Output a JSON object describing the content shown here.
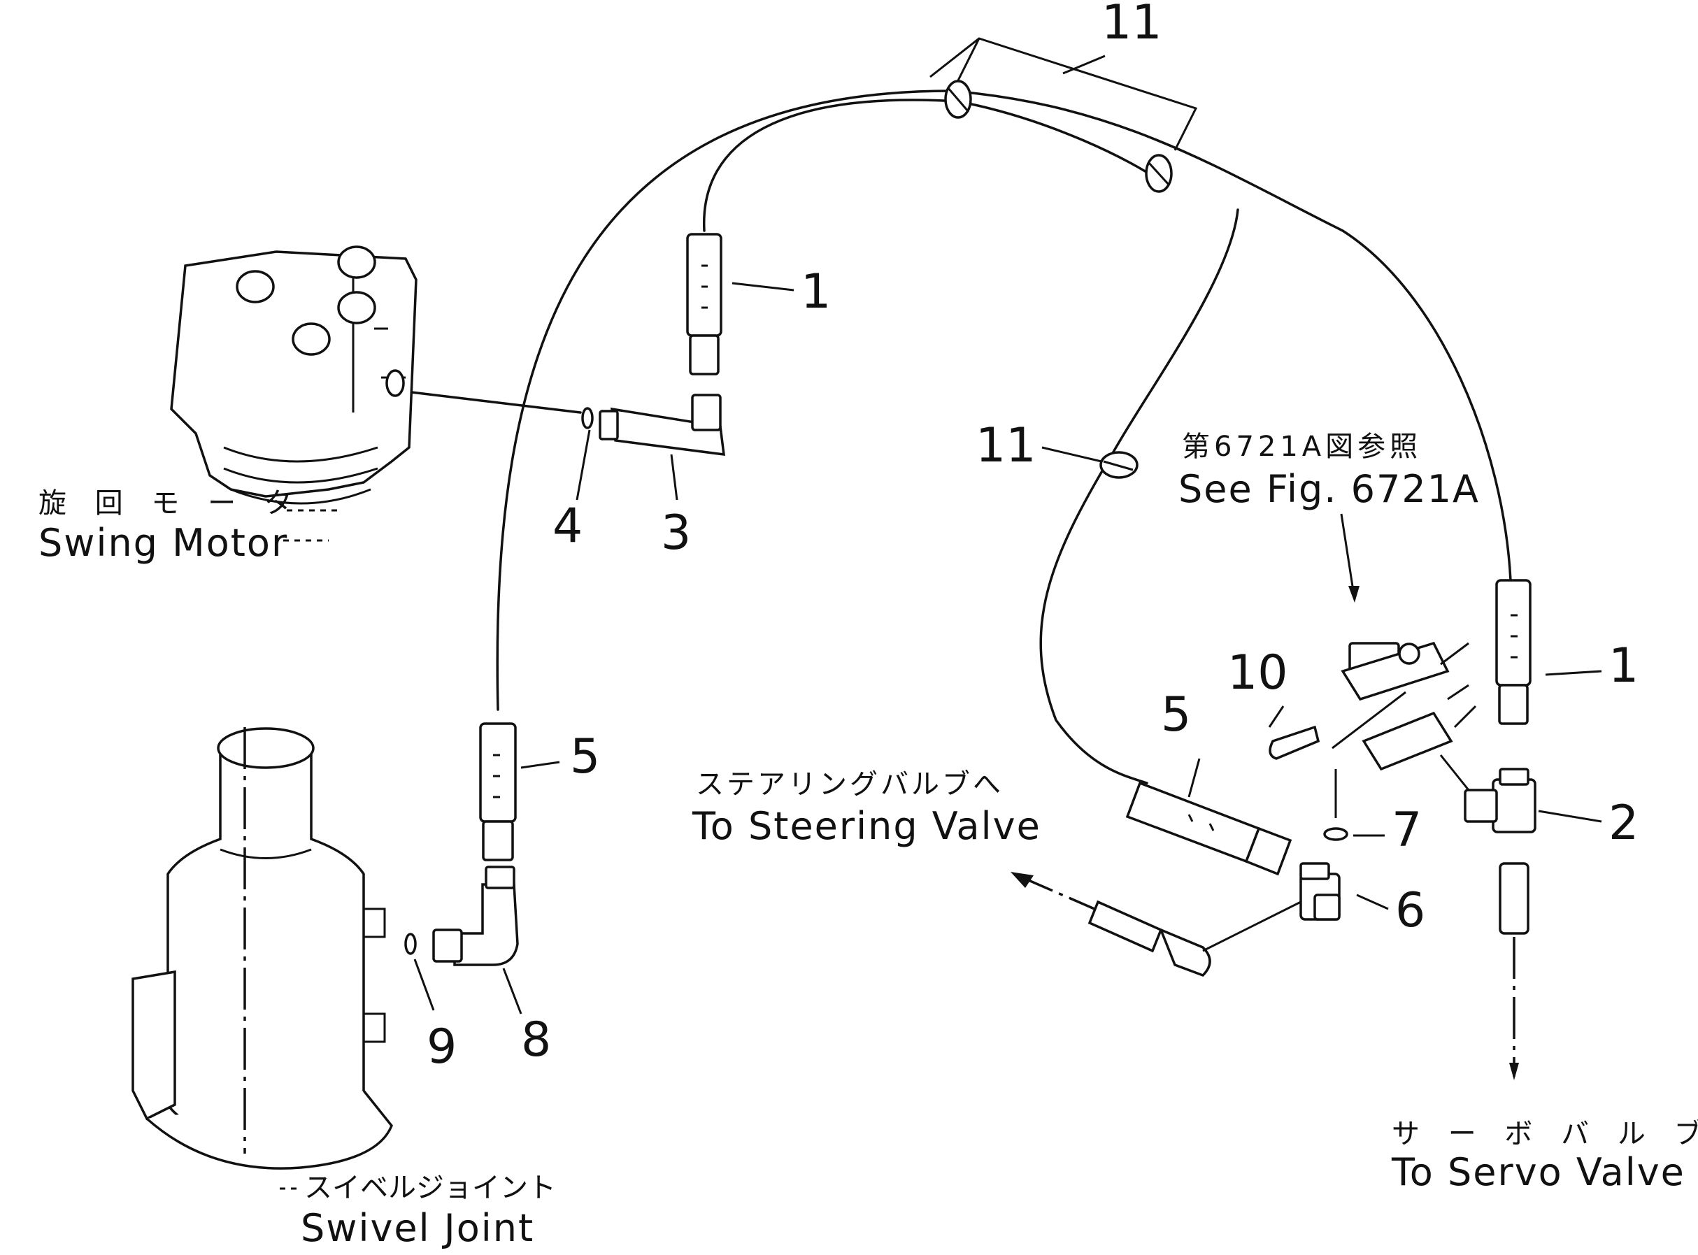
{
  "callouts": {
    "c1a": "1",
    "c1b": "1",
    "c2": "2",
    "c3": "3",
    "c4": "4",
    "c5a": "5",
    "c5b": "5",
    "c6": "6",
    "c7": "7",
    "c8": "8",
    "c9": "9",
    "c10": "10",
    "c11a": "11",
    "c11b": "11"
  },
  "labels": {
    "swing_motor_jp": "旋 回 モ ー タ",
    "swing_motor_en": "Swing Motor",
    "swivel_joint_jp": "スイベルジョイント",
    "swivel_joint_en": "Swivel Joint",
    "steering_valve_jp": "ステアリングバルブへ",
    "steering_valve_en": "To Steering Valve",
    "servo_valve_jp": "サ ー ボ バ ル ブ へ",
    "servo_valve_en": "To Servo Valve",
    "see_fig_jp": "第6721A図参照",
    "see_fig_en": "See Fig. 6721A"
  },
  "icons": {
    "swing_motor": "swing-motor-icon",
    "swivel_joint": "swivel-joint-icon",
    "hose": "hose-icon",
    "elbow": "elbow-fitting-icon",
    "clamp": "clamp-icon",
    "o_ring": "o-ring-icon",
    "valve_block": "valve-block-icon"
  }
}
